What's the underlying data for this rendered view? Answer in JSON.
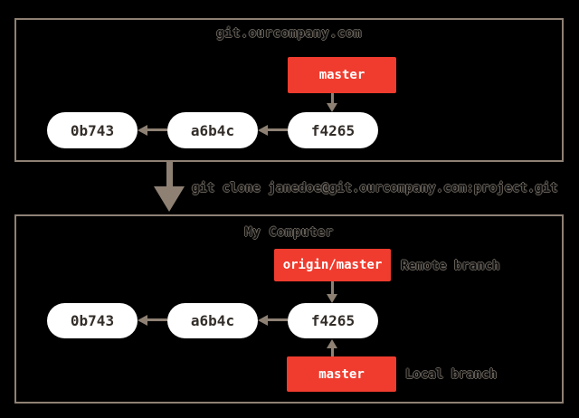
{
  "colors": {
    "background": "#000000",
    "box_border": "#8e8174",
    "arrow": "#8e8174",
    "commit_fill": "#ffffff",
    "commit_text": "#332e29",
    "branch_fill": "#f03c2e",
    "branch_text": "#ffffff"
  },
  "server_box": {
    "title": "git.ourcompany.com",
    "branch_label": "master",
    "commits": [
      "0b743",
      "a6b4c",
      "f4265"
    ]
  },
  "clone_command": "git clone janedoe@git.ourcompany.com:project.git",
  "computer_box": {
    "title": "My Computer",
    "remote_branch_label": "origin/master",
    "remote_annotation": "Remote branch",
    "local_branch_label": "master",
    "local_annotation": "Local branch",
    "commits": [
      "0b743",
      "a6b4c",
      "f4265"
    ]
  }
}
